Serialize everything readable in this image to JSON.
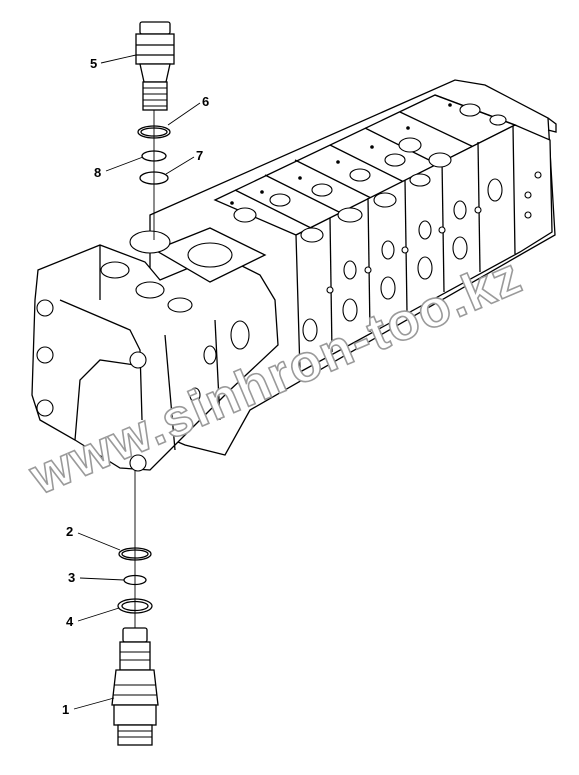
{
  "callouts": [
    {
      "id": "1",
      "label": "1"
    },
    {
      "id": "2",
      "label": "2"
    },
    {
      "id": "3",
      "label": "3"
    },
    {
      "id": "4",
      "label": "4"
    },
    {
      "id": "5",
      "label": "5"
    },
    {
      "id": "6",
      "label": "6"
    },
    {
      "id": "7",
      "label": "7"
    },
    {
      "id": "8",
      "label": "8"
    }
  ],
  "watermark": "www.sinhron-too.kz",
  "colors": {
    "line": "#000000",
    "background": "#ffffff",
    "watermark_outline": "#9a9a9a"
  }
}
